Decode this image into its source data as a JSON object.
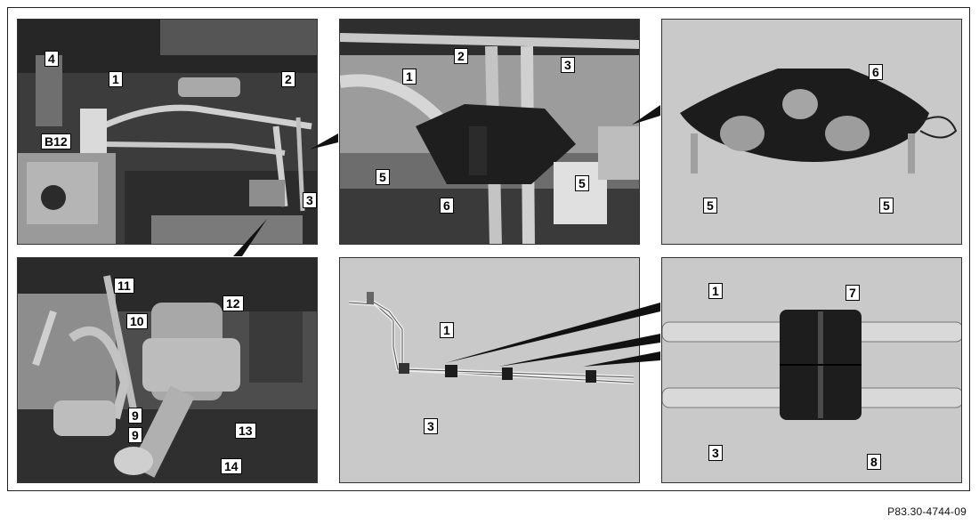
{
  "reference_code": "P83.30-4744-09",
  "panels": {
    "p1": {
      "labels": {
        "c4": "4",
        "c1": "1",
        "b12": "B12",
        "c2": "2",
        "c3": "3"
      }
    },
    "p2": {
      "labels": {
        "c1": "1",
        "c2": "2",
        "c3": "3",
        "c5a": "5",
        "c6": "6",
        "c5b": "5"
      }
    },
    "p3": {
      "labels": {
        "c6": "6",
        "c5a": "5",
        "c5b": "5"
      }
    },
    "p4": {
      "labels": {
        "c11": "11",
        "c12": "12",
        "c10": "10",
        "c9a": "9",
        "c9b": "9",
        "c13": "13",
        "c14": "14"
      }
    },
    "p5": {
      "labels": {
        "c1": "1",
        "c3": "3"
      }
    },
    "p6": {
      "labels": {
        "c1": "1",
        "c7": "7",
        "c3": "3",
        "c8": "8"
      }
    }
  },
  "colors": {
    "photo_dark": "#2a2a2a",
    "photo_mid": "#6e6e6e",
    "photo_light": "#bdbdbd",
    "panel_bg": "#c9c9c9",
    "pipe": "#d9d9d9",
    "part_black": "#1e1e1e"
  }
}
